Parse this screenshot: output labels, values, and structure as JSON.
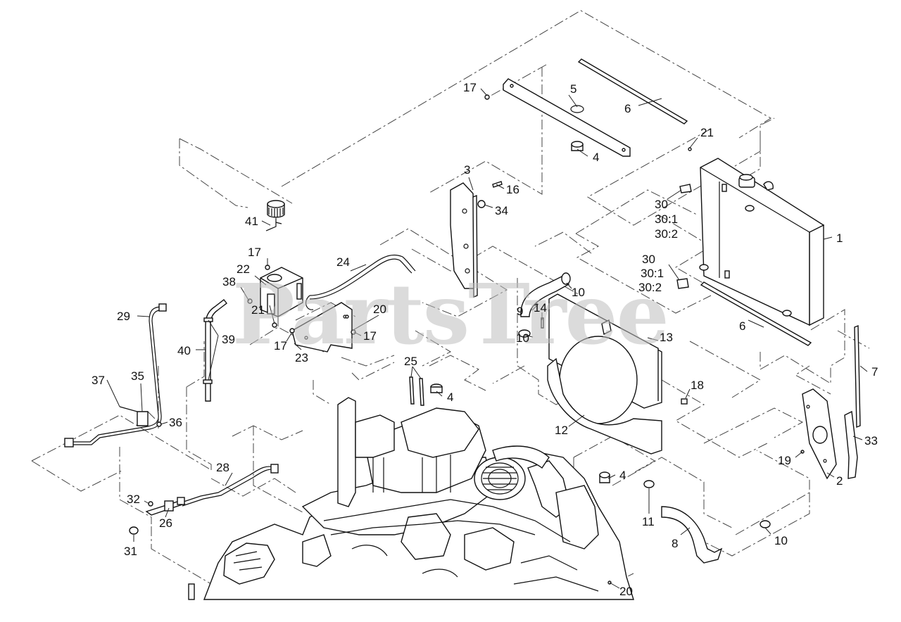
{
  "watermark": "PartsTree",
  "callouts": [
    {
      "id": "c1",
      "text": "1"
    },
    {
      "id": "c2",
      "text": "2"
    },
    {
      "id": "c3",
      "text": "3"
    },
    {
      "id": "c4a",
      "text": "4"
    },
    {
      "id": "c4b",
      "text": "4"
    },
    {
      "id": "c4c",
      "text": "4"
    },
    {
      "id": "c5",
      "text": "5"
    },
    {
      "id": "c6a",
      "text": "6"
    },
    {
      "id": "c6b",
      "text": "6"
    },
    {
      "id": "c7",
      "text": "7"
    },
    {
      "id": "c8",
      "text": "8"
    },
    {
      "id": "c9",
      "text": "9"
    },
    {
      "id": "c10a",
      "text": "10"
    },
    {
      "id": "c10b",
      "text": "10"
    },
    {
      "id": "c10c",
      "text": "10"
    },
    {
      "id": "c11",
      "text": "11"
    },
    {
      "id": "c12",
      "text": "12"
    },
    {
      "id": "c13",
      "text": "13"
    },
    {
      "id": "c14",
      "text": "14"
    },
    {
      "id": "c16",
      "text": "16"
    },
    {
      "id": "c17a",
      "text": "17"
    },
    {
      "id": "c17b",
      "text": "17"
    },
    {
      "id": "c17c",
      "text": "17"
    },
    {
      "id": "c17d",
      "text": "17"
    },
    {
      "id": "c18",
      "text": "18"
    },
    {
      "id": "c19",
      "text": "19"
    },
    {
      "id": "c20a",
      "text": "20"
    },
    {
      "id": "c20b",
      "text": "20"
    },
    {
      "id": "c21a",
      "text": "21"
    },
    {
      "id": "c21b",
      "text": "21"
    },
    {
      "id": "c22",
      "text": "22"
    },
    {
      "id": "c23",
      "text": "23"
    },
    {
      "id": "c24",
      "text": "24"
    },
    {
      "id": "c25",
      "text": "25"
    },
    {
      "id": "c26",
      "text": "26"
    },
    {
      "id": "c28",
      "text": "28"
    },
    {
      "id": "c29",
      "text": "29"
    },
    {
      "id": "c30a",
      "text": "30"
    },
    {
      "id": "c30a1",
      "text": "30:1"
    },
    {
      "id": "c30a2",
      "text": "30:2"
    },
    {
      "id": "c30b",
      "text": "30"
    },
    {
      "id": "c30b1",
      "text": "30:1"
    },
    {
      "id": "c30b2",
      "text": "30:2"
    },
    {
      "id": "c31",
      "text": "31"
    },
    {
      "id": "c32",
      "text": "32"
    },
    {
      "id": "c33",
      "text": "33"
    },
    {
      "id": "c34",
      "text": "34"
    },
    {
      "id": "c35",
      "text": "35"
    },
    {
      "id": "c36",
      "text": "36"
    },
    {
      "id": "c37",
      "text": "37"
    },
    {
      "id": "c38",
      "text": "38"
    },
    {
      "id": "c39",
      "text": "39"
    },
    {
      "id": "c40",
      "text": "40"
    },
    {
      "id": "c41",
      "text": "41"
    }
  ]
}
